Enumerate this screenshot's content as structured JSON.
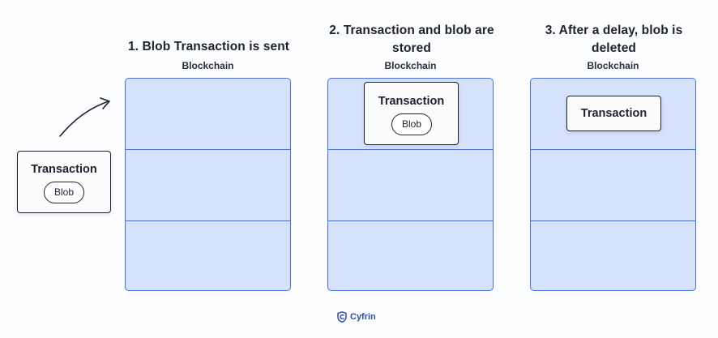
{
  "steps": [
    {
      "title_line1": "1. Blob Transaction is sent",
      "title_line2": "",
      "chain_label": "Blockchain"
    },
    {
      "title_line1": "2. Transaction and blob are",
      "title_line2": "stored",
      "chain_label": "Blockchain"
    },
    {
      "title_line1": "3. After a delay, blob is",
      "title_line2": "deleted",
      "chain_label": "Blockchain"
    }
  ],
  "initial_transaction": {
    "label": "Transaction",
    "blob_label": "Blob"
  },
  "stored_transaction": {
    "label": "Transaction",
    "blob_label": "Blob"
  },
  "final_transaction": {
    "label": "Transaction"
  },
  "brand": {
    "name": "Cyfrin",
    "icon": "cyfrin-shield-icon"
  },
  "colors": {
    "chain_fill": "#d6e2fc",
    "chain_border": "#4a72d4",
    "card_border": "#1e2130",
    "brand": "#2c4fa8"
  }
}
